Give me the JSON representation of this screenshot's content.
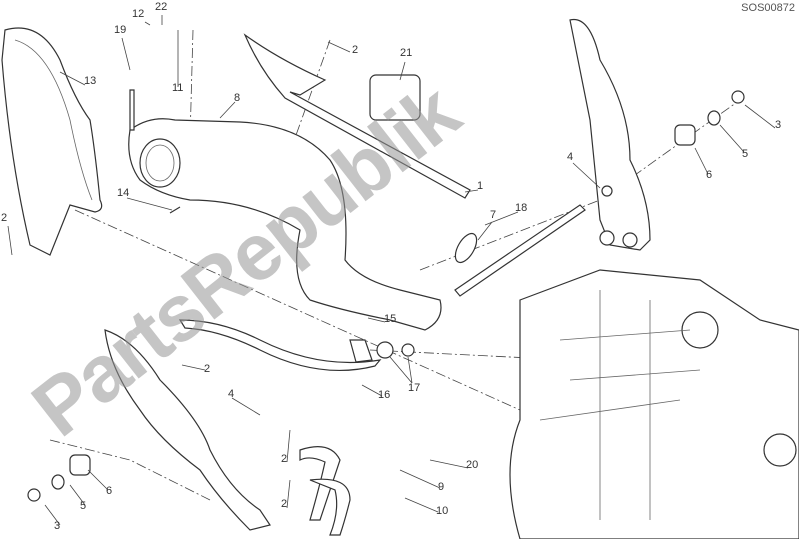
{
  "diagram_code": "SOS00872",
  "watermark": "PartsRepublik",
  "callouts": [
    "12",
    "22",
    "19",
    "11",
    "13",
    "8",
    "2",
    "21",
    "2",
    "14",
    "1",
    "7",
    "18",
    "4",
    "3",
    "5",
    "6",
    "15",
    "17",
    "16",
    "2",
    "4",
    "2",
    "20",
    "9",
    "2",
    "10",
    "5",
    "6",
    "3"
  ]
}
